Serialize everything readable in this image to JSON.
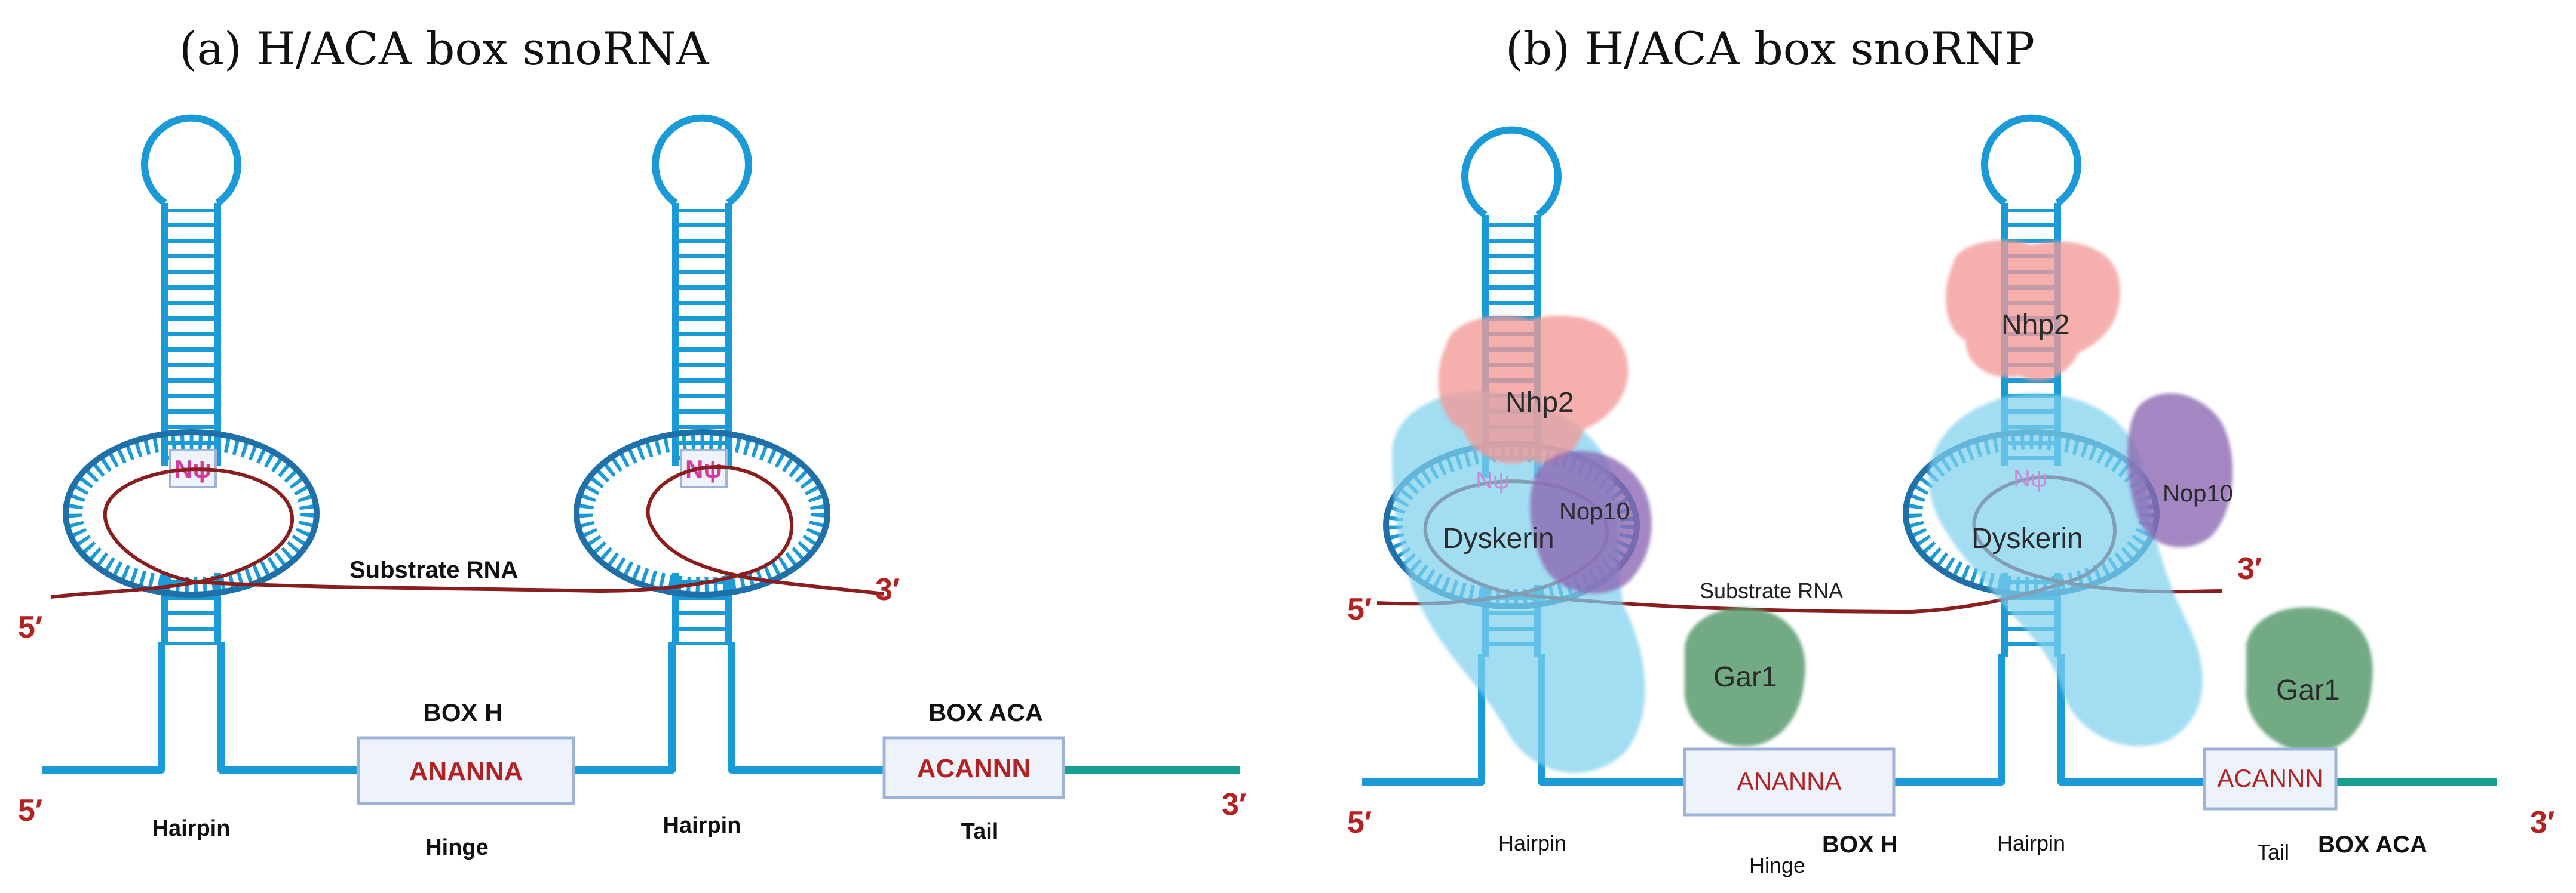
{
  "colors": {
    "rna": "#1a9ad6",
    "loop_ring": "#1f6fa8",
    "substrate": "#8a1e1e",
    "tail": "#169e8e",
    "end_labels": "#b22222",
    "box_fill": "#eef3fb",
    "box_border": "#9db3d8",
    "psi": "#d63aa0",
    "nhp2": "#f39a98",
    "dyskerin": "#7fd0ee",
    "nop10": "#8e6ab4",
    "gar1": "#5f9f73"
  },
  "panel_a": {
    "title": "(a) H/ACA box snoRNA",
    "five_prime_substrate": "5′",
    "three_prime_substrate": "3′",
    "five_prime_main": "5′",
    "three_prime_main": "3′",
    "pseudouridine_left": "Nψ",
    "pseudouridine_right": "Nψ",
    "substrate_label": "Substrate RNA",
    "box_h_title": "BOX H",
    "box_h_seq": "ANANNA",
    "box_aca_title": "BOX ACA",
    "box_aca_seq": "ACANNN",
    "hairpin_left": "Hairpin",
    "hairpin_right": "Hairpin",
    "hinge": "Hinge",
    "tail": "Tail"
  },
  "panel_b": {
    "title": "(b) H/ACA box snoRNP",
    "five_prime_substrate": "5′",
    "three_prime_substrate": "3′",
    "five_prime_main": "5′",
    "three_prime_main": "3′",
    "pseudouridine_left": "Nψ",
    "pseudouridine_right": "Nψ",
    "substrate_label": "Substrate RNA",
    "nhp2_left": "Nhp2",
    "nhp2_right": "Nhp2",
    "dyskerin_left": "Dyskerin",
    "dyskerin_right": "Dyskerin",
    "nop10_left": "Nop10",
    "nop10_right": "Nop10",
    "gar1_left": "Gar1",
    "gar1_right": "Gar1",
    "box_h_seq": "ANANNA",
    "box_h_title": "BOX H",
    "box_aca_seq": "ACANNN",
    "box_aca_title": "BOX ACA",
    "hairpin_left": "Hairpin",
    "hairpin_right": "Hairpin",
    "hinge": "Hinge",
    "tail": "Tail"
  }
}
